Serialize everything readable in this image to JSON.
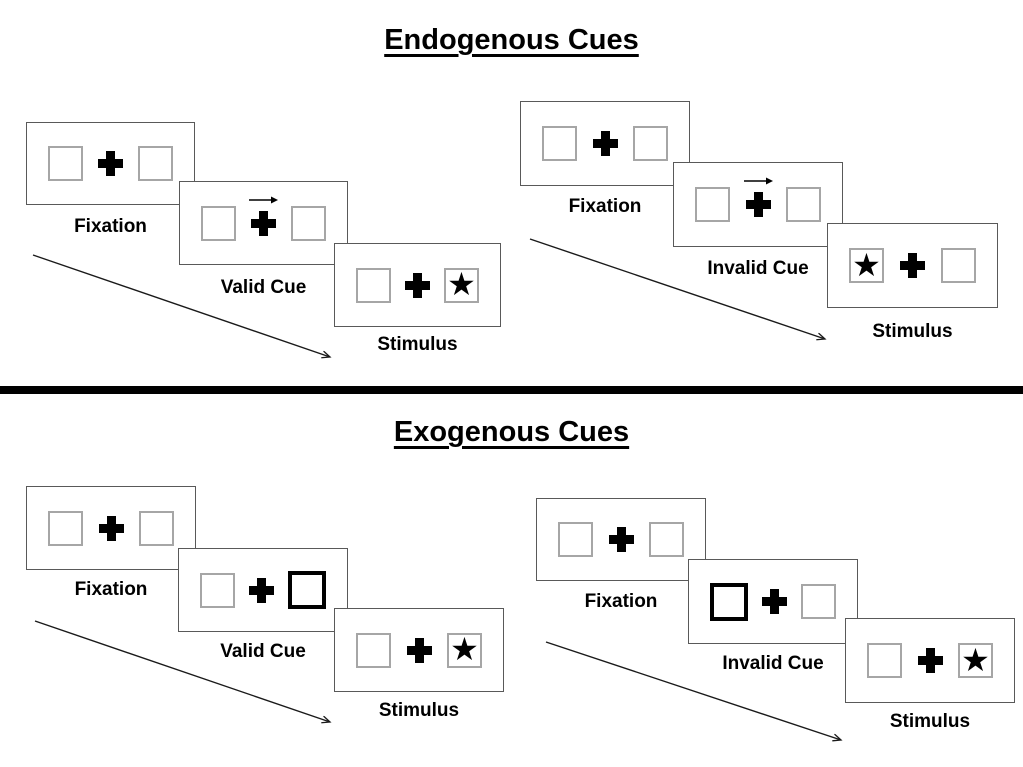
{
  "sections": [
    {
      "title": "Endogenous Cues",
      "cue_style": "central-arrow",
      "groups": [
        {
          "condition": "valid",
          "cue": "arrow-pointing-right-above-fixation-cross",
          "stimulus_side": "right",
          "steps": [
            {
              "label": "Fixation"
            },
            {
              "label": "Valid Cue"
            },
            {
              "label": "Stimulus"
            }
          ]
        },
        {
          "condition": "invalid",
          "cue": "arrow-pointing-right-above-fixation-cross",
          "stimulus_side": "left",
          "steps": [
            {
              "label": "Fixation"
            },
            {
              "label": "Invalid Cue"
            },
            {
              "label": "Stimulus"
            }
          ]
        }
      ]
    },
    {
      "title": "Exogenous Cues",
      "cue_style": "peripheral-thick-box",
      "groups": [
        {
          "condition": "valid",
          "cue": "thick-black-box-right",
          "stimulus_side": "right",
          "steps": [
            {
              "label": "Fixation"
            },
            {
              "label": "Valid Cue"
            },
            {
              "label": "Stimulus"
            }
          ]
        },
        {
          "condition": "invalid",
          "cue": "thick-black-box-left",
          "stimulus_side": "right",
          "steps": [
            {
              "label": "Fixation"
            },
            {
              "label": "Invalid Cue"
            },
            {
              "label": "Stimulus"
            }
          ]
        }
      ]
    }
  ],
  "glyphs": {
    "star": "★"
  },
  "colors": {
    "panel_border": "#595959",
    "placeholder_box_border": "#a6a6a6",
    "cue_highlight": "#000000",
    "divider": "#000000",
    "text": "#000000"
  }
}
